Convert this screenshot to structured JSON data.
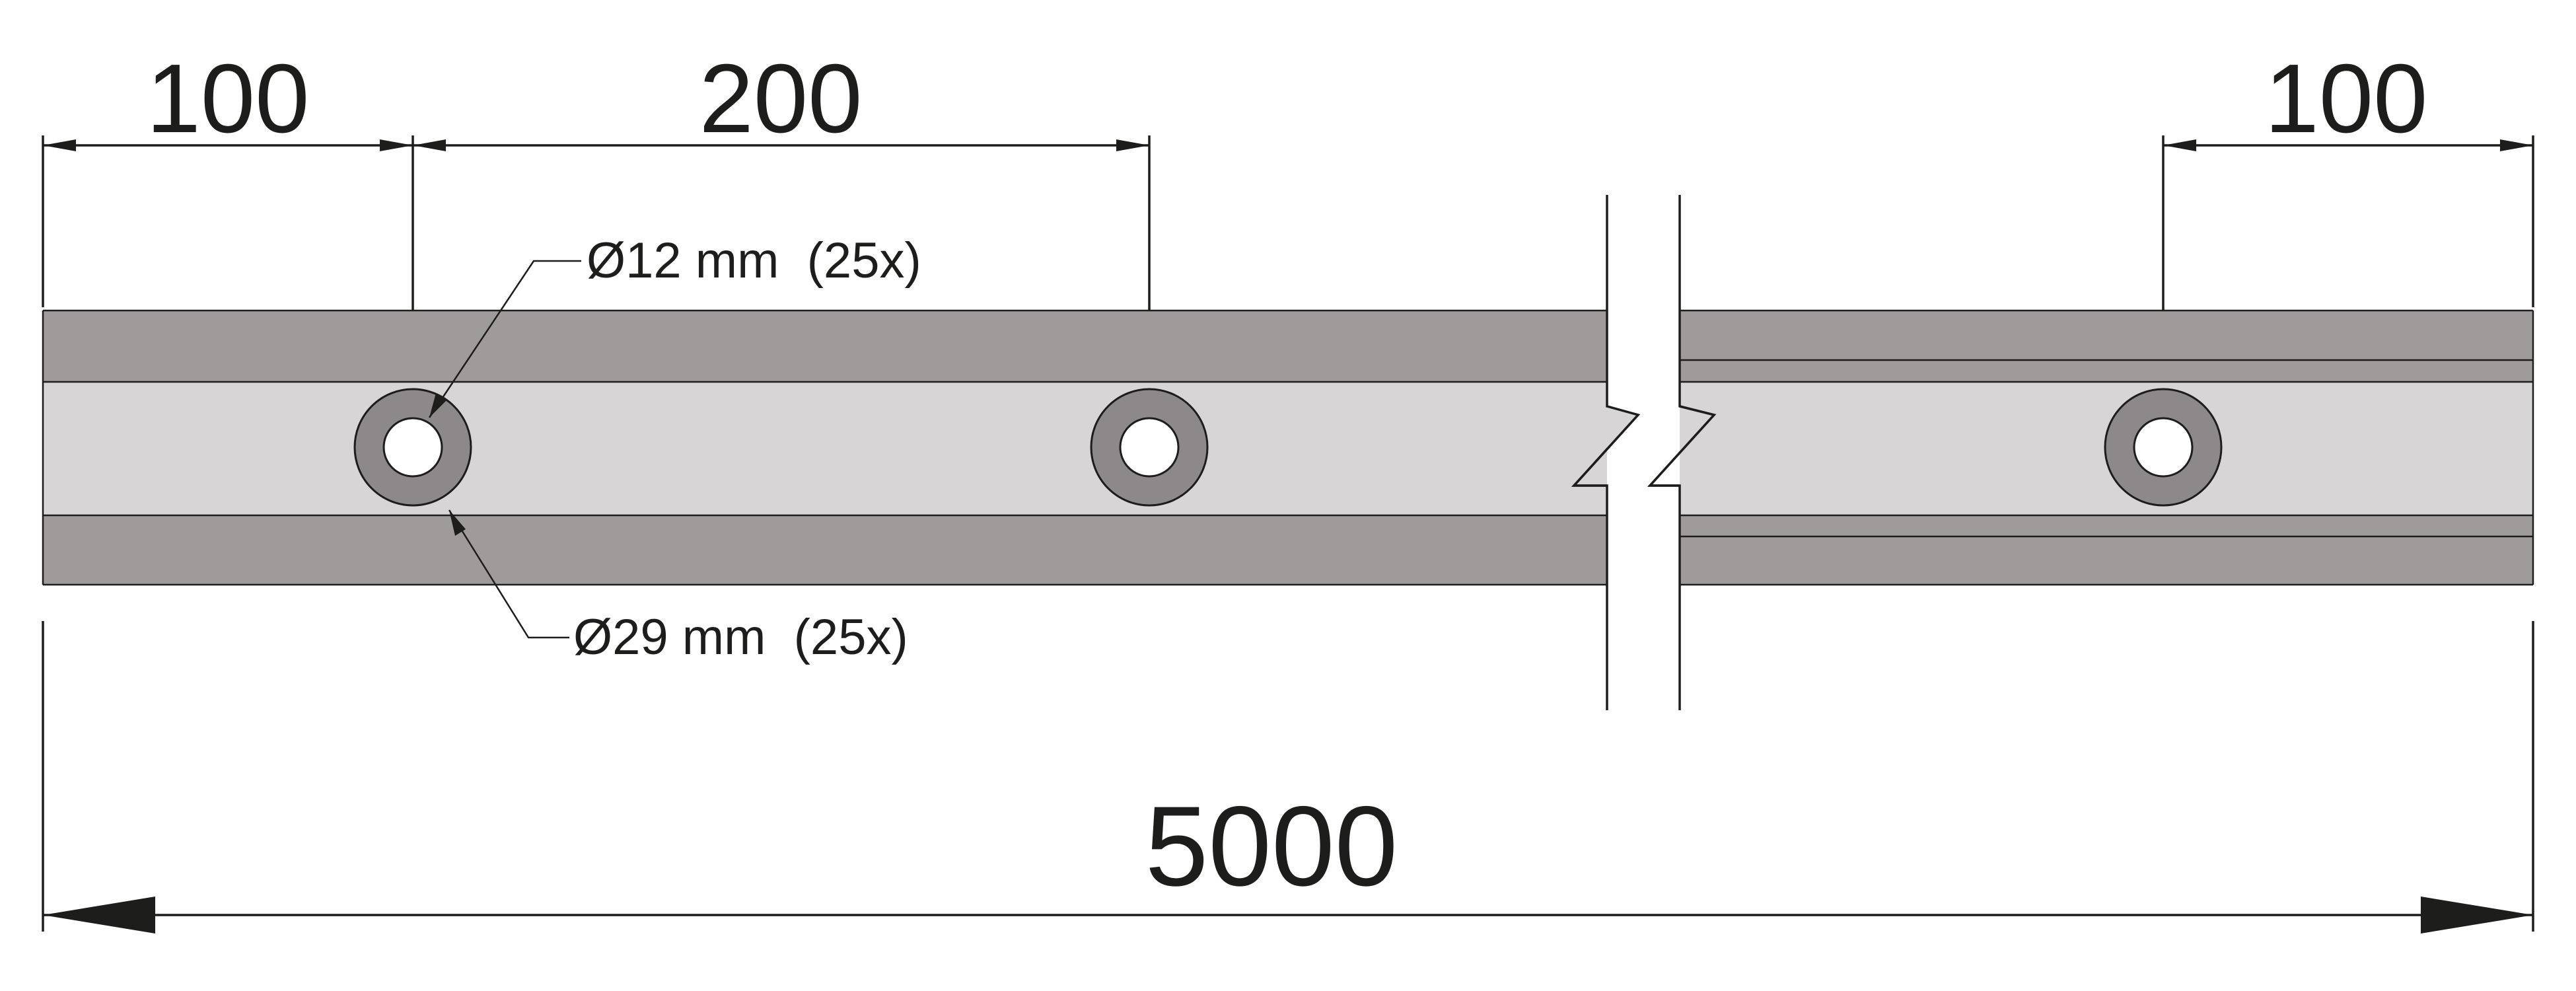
{
  "dimensions": {
    "left_offset": "100",
    "hole_spacing": "200",
    "right_offset": "100",
    "total_length": "5000"
  },
  "callouts": {
    "inner_hole": "Ø12 mm  (25x)",
    "outer_ring": "Ø29 mm  (25x)"
  },
  "colors": {
    "rail_dark": "#a09b9b",
    "rail_light": "#d7d5d5",
    "ring": "#8d8889",
    "line": "#1d1d1b"
  }
}
